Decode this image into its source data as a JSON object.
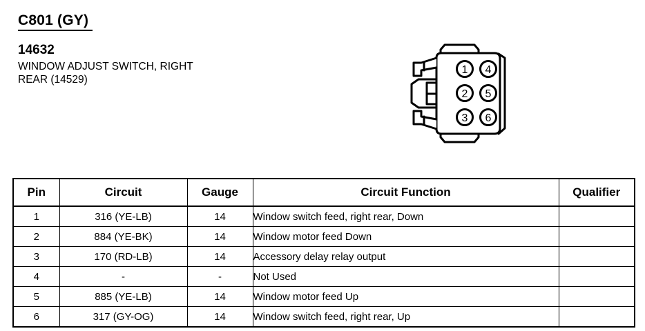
{
  "header": {
    "connector_id": "C801 (GY)",
    "part_number": "14632",
    "description_line_1": "WINDOW ADJUST SWITCH, RIGHT",
    "description_line_2": "REAR (14529)"
  },
  "connector": {
    "pin_count": 6,
    "pins": [
      {
        "label": "1",
        "col": 0,
        "row": 0
      },
      {
        "label": "4",
        "col": 1,
        "row": 0
      },
      {
        "label": "2",
        "col": 0,
        "row": 1
      },
      {
        "label": "5",
        "col": 1,
        "row": 1
      },
      {
        "label": "3",
        "col": 0,
        "row": 2
      },
      {
        "label": "6",
        "col": 1,
        "row": 2
      }
    ]
  },
  "table": {
    "columns": [
      "Pin",
      "Circuit",
      "Gauge",
      "Circuit Function",
      "Qualifier"
    ],
    "rows": [
      {
        "pin": "1",
        "circuit": "316 (YE-LB)",
        "gauge": "14",
        "function": "Window switch feed, right rear, Down",
        "qualifier": ""
      },
      {
        "pin": "2",
        "circuit": "884 (YE-BK)",
        "gauge": "14",
        "function": "Window motor feed Down",
        "qualifier": ""
      },
      {
        "pin": "3",
        "circuit": "170 (RD-LB)",
        "gauge": "14",
        "function": "Accessory delay relay output",
        "qualifier": ""
      },
      {
        "pin": "4",
        "circuit": "-",
        "gauge": "-",
        "function": "Not Used",
        "qualifier": ""
      },
      {
        "pin": "5",
        "circuit": "885 (YE-LB)",
        "gauge": "14",
        "function": "Window motor feed Up",
        "qualifier": ""
      },
      {
        "pin": "6",
        "circuit": "317 (GY-OG)",
        "gauge": "14",
        "function": "Window switch feed, right rear, Up",
        "qualifier": ""
      }
    ]
  },
  "colors": {
    "ink": "#000000",
    "paper": "#ffffff"
  }
}
